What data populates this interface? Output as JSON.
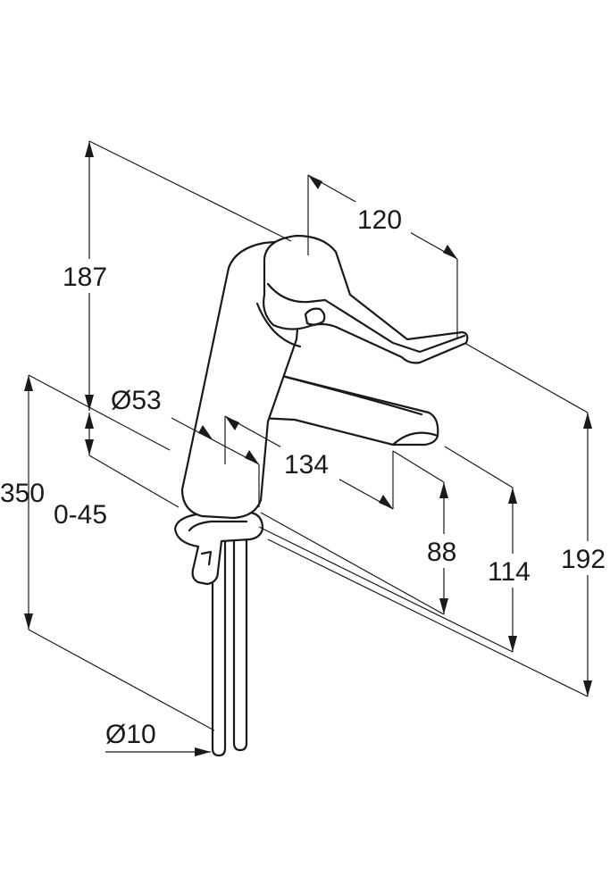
{
  "dimensions": {
    "d187": "187",
    "d120": "120",
    "d53": "Ø53",
    "d350": "350",
    "d045": "0-45",
    "d134": "134",
    "d88": "88",
    "d114": "114",
    "d192": "192",
    "d10": "Ø10"
  }
}
